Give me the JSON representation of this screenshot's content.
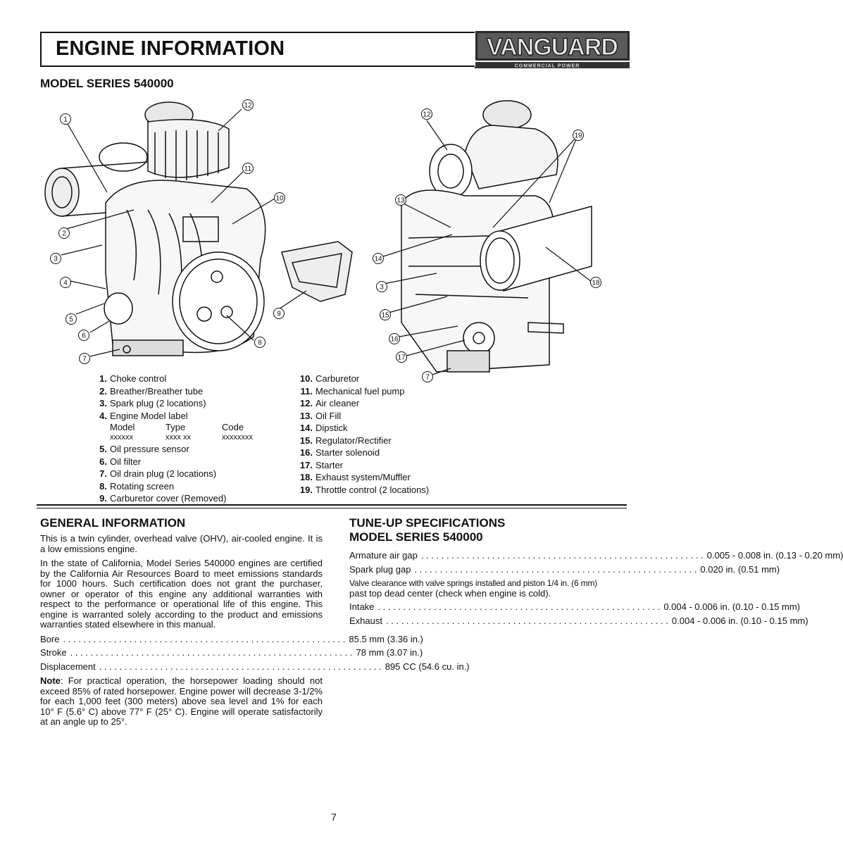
{
  "page": {
    "title": "ENGINE INFORMATION",
    "logo_text": "VANGUARD",
    "logo_subtext": "COMMERCIAL POWER",
    "model_heading": "MODEL SERIES 540000",
    "page_number": "7"
  },
  "callouts": [
    "1",
    "2",
    "3",
    "4",
    "5",
    "6",
    "7",
    "8",
    "9",
    "10",
    "11",
    "12",
    "12",
    "13",
    "14",
    "3",
    "15",
    "16",
    "17",
    "7",
    "18",
    "19"
  ],
  "legend_left": [
    {
      "num": "1.",
      "label": "Choke control"
    },
    {
      "num": "2.",
      "label": "Breather/Breather tube"
    },
    {
      "num": "3.",
      "label": "Spark plug (2 locations)"
    },
    {
      "num": "4.",
      "label": "Engine Model label"
    }
  ],
  "model_label_table": {
    "headers": [
      "Model",
      "Type",
      "Code"
    ],
    "values": [
      "xxxxxx",
      "xxxx xx",
      "xxxxxxxx"
    ]
  },
  "legend_left_2": [
    {
      "num": "5.",
      "label": "Oil pressure sensor"
    },
    {
      "num": "6.",
      "label": "Oil filter"
    },
    {
      "num": "7.",
      "label": "Oil drain plug (2 locations)"
    },
    {
      "num": "8.",
      "label": "Rotating screen"
    },
    {
      "num": "9.",
      "label": "Carburetor cover (Removed)"
    }
  ],
  "legend_right": [
    {
      "num": "10.",
      "label": "Carburetor"
    },
    {
      "num": "11.",
      "label": "Mechanical fuel pump"
    },
    {
      "num": "12.",
      "label": "Air cleaner"
    },
    {
      "num": "13.",
      "label": "Oil Fill"
    },
    {
      "num": "14.",
      "label": "Dipstick"
    },
    {
      "num": "15.",
      "label": "Regulator/Rectifier"
    },
    {
      "num": "16.",
      "label": "Starter solenoid"
    },
    {
      "num": "17.",
      "label": "Starter"
    },
    {
      "num": "18.",
      "label": "Exhaust system/Muffler"
    },
    {
      "num": "19.",
      "label": "Throttle control (2 locations)"
    }
  ],
  "general": {
    "heading": "GENERAL INFORMATION",
    "para1": "This is a twin cylinder, overhead valve (OHV), air-cooled engine. It is a low emissions engine.",
    "para2": "In the state of California, Model Series 540000 engines are certified by the California Air Resources Board to meet emissions standards for 1000 hours. Such certification does not grant the purchaser, owner or operator of this engine any additional warranties with respect to the performance or operational life of this engine. This engine is warranted solely according to the product and emissions warranties stated elsewhere in this manual.",
    "specs": [
      {
        "label": "Bore",
        "value": "85.5 mm (3.36 in.)"
      },
      {
        "label": "Stroke",
        "value": "78 mm (3.07 in.)"
      },
      {
        "label": "Displacement",
        "value": "895 CC (54.6 cu. in.)"
      }
    ],
    "note_label": "Note",
    "note_text": ": For practical operation, the horsepower loading should not exceed 85% of rated horsepower. Engine power will decrease 3-1/2% for each 1,000 feet (300 meters) above sea level and 1% for each 10° F (5.6° C) above 77° F (25° C). Engine will operate satisfactorily at an angle up to 25°."
  },
  "tuneup": {
    "heading_line1": "TUNE-UP SPECIFICATIONS",
    "heading_line2": "MODEL SERIES 540000",
    "armature_label": "Armature air gap",
    "armature_value": "0.005 - 0.008 in. (0.13 - 0.20 mm)",
    "spark_label": "Spark plug gap",
    "spark_value": "0.020 in. (0.51 mm)",
    "valve_note_small": "Valve clearance with valve springs installed and piston 1/4 in. (6 mm)",
    "valve_note_normal": "past top dead center (check when engine is cold).",
    "intake_label": "Intake",
    "intake_value": "0.004 - 0.006 in. (0.10 - 0.15 mm)",
    "exhaust_label": "Exhaust",
    "exhaust_value": "0.004 - 0.006 in. (0.10 - 0.15 mm)"
  }
}
